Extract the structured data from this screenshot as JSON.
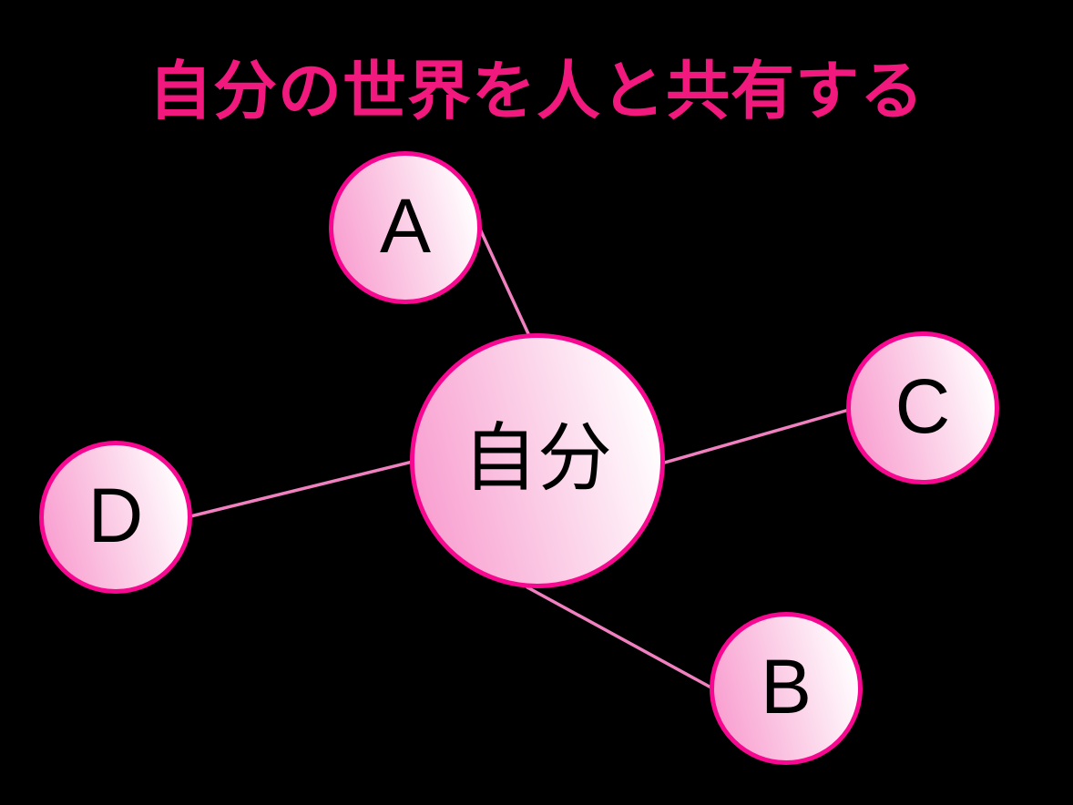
{
  "title": "自分の世界を人と共有する",
  "diagram": {
    "center_node": {
      "id": "self",
      "label": "自分"
    },
    "satellite_nodes": [
      {
        "id": "a",
        "label": "A"
      },
      {
        "id": "b",
        "label": "B"
      },
      {
        "id": "c",
        "label": "C"
      },
      {
        "id": "d",
        "label": "D"
      }
    ],
    "connections": [
      {
        "from": "自分",
        "to": "A"
      },
      {
        "from": "自分",
        "to": "B"
      },
      {
        "from": "自分",
        "to": "C"
      },
      {
        "from": "自分",
        "to": "D"
      }
    ]
  },
  "colors": {
    "background": "#000000",
    "title_text": "#F2197E",
    "circle_border": "#F70890",
    "circle_fill_start": "#F896CC",
    "circle_fill_end": "#FFFFFF",
    "connector_line": "#F080C0",
    "node_text": "#000000"
  }
}
